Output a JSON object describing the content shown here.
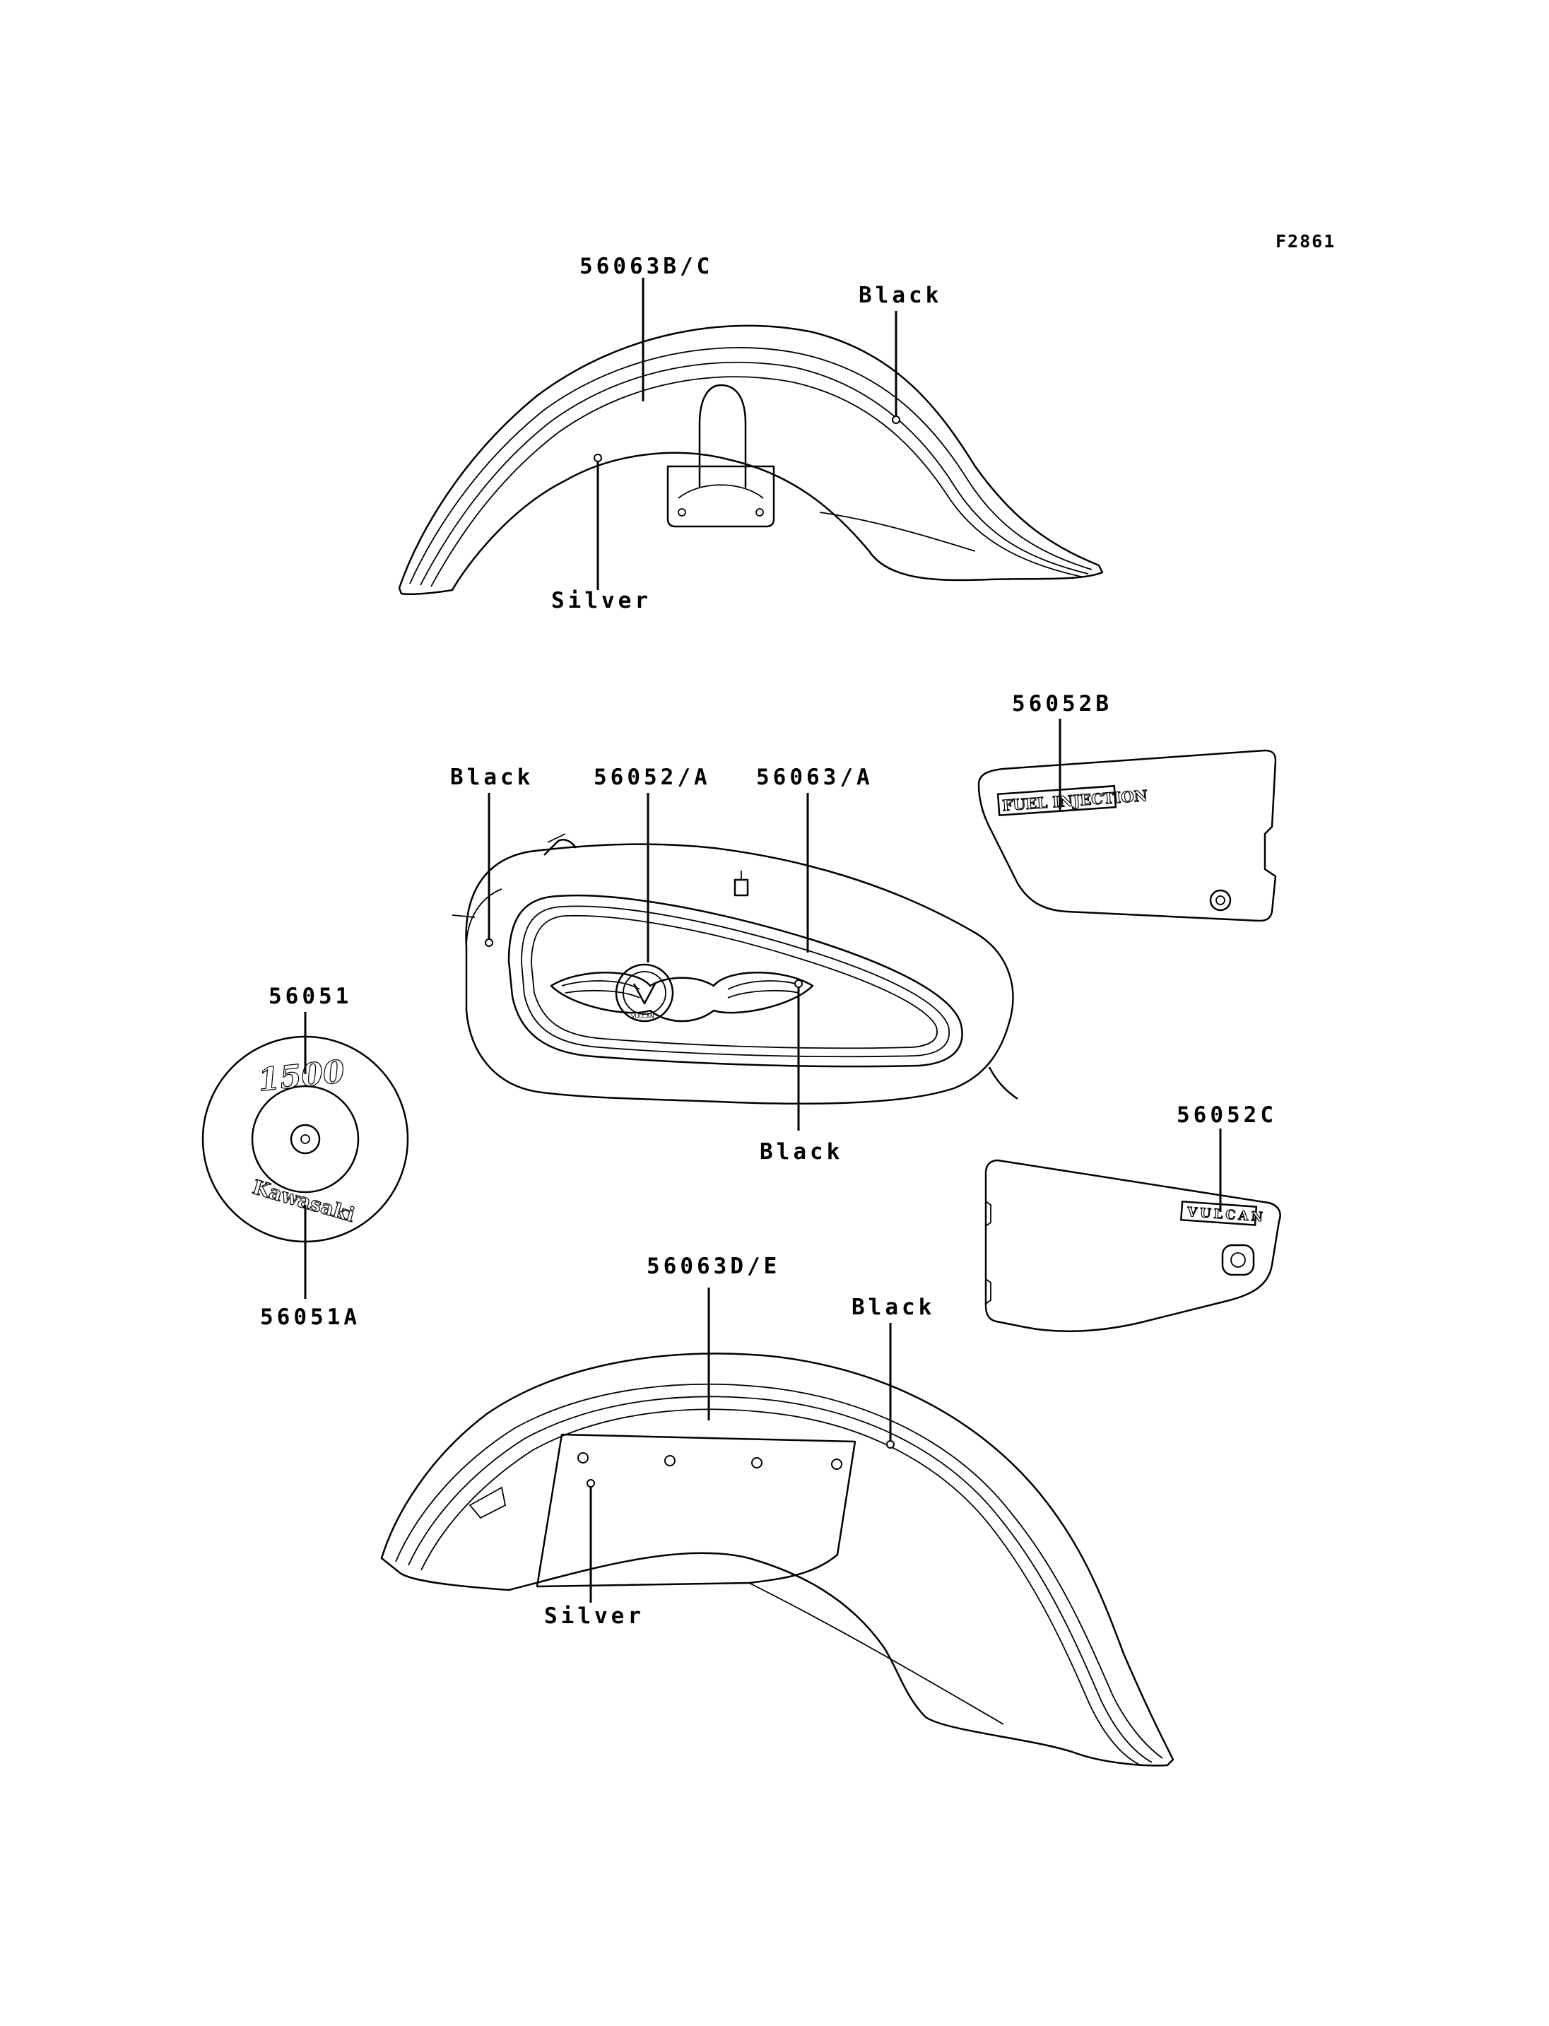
{
  "figure_id": "F2861",
  "labels": {
    "rear_fender_top_part": "56063B/C",
    "rear_fender_top_color": "Black",
    "rear_fender_top_silver": "Silver",
    "side_cover_right_part": "56052B",
    "tank_color_left": "Black",
    "tank_emblem_part": "56052/A",
    "tank_stripe_part": "56063/A",
    "tank_color_bottom": "Black",
    "aircleaner_top_part": "56051",
    "aircleaner_bottom_part": "56051A",
    "side_cover_left_part": "56052C",
    "front_fender_part": "56063D/E",
    "front_fender_color": "Black",
    "front_fender_silver": "Silver"
  },
  "decals": {
    "side_cover_b": "FUEL INJECTION",
    "side_cover_c": "VULCAN",
    "aircleaner_top": "1500",
    "aircleaner_bottom": "Kawasaki",
    "tank_badge": "VULCAN"
  }
}
